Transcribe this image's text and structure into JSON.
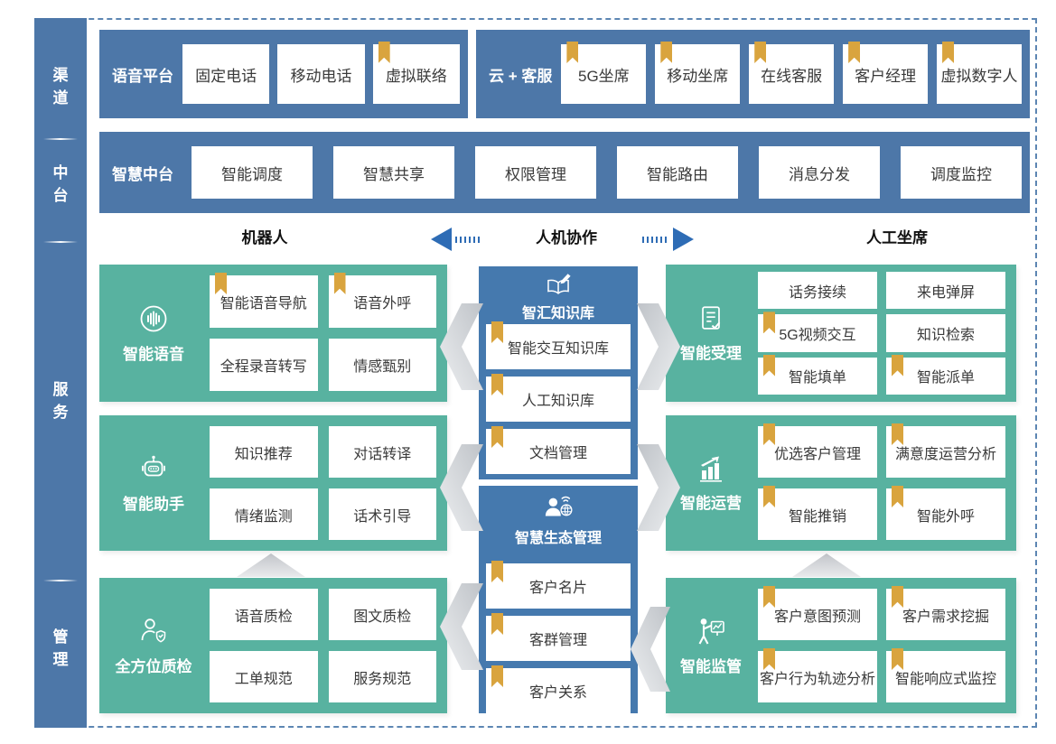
{
  "sidebar": {
    "labels": [
      "渠道",
      "中台",
      "服务",
      "管理"
    ]
  },
  "rows": {
    "voice_platform": {
      "title": "语音平台",
      "items": [
        {
          "label": "固定电话",
          "bookmark": false
        },
        {
          "label": "移动电话",
          "bookmark": false
        },
        {
          "label": "虚拟联络",
          "bookmark": true
        }
      ]
    },
    "cloud_service": {
      "title": "云 + 客服",
      "items": [
        {
          "label": "5G坐席",
          "bookmark": true
        },
        {
          "label": "移动坐席",
          "bookmark": true
        },
        {
          "label": "在线客服",
          "bookmark": true
        },
        {
          "label": "客户经理",
          "bookmark": true
        },
        {
          "label": "虚拟数字人",
          "bookmark": true
        }
      ]
    },
    "smart_middle": {
      "title": "智慧中台",
      "items": [
        {
          "label": "智能调度",
          "bookmark": false
        },
        {
          "label": "智慧共享",
          "bookmark": false
        },
        {
          "label": "权限管理",
          "bookmark": false
        },
        {
          "label": "智能路由",
          "bookmark": false
        },
        {
          "label": "消息分发",
          "bookmark": false
        },
        {
          "label": "调度监控",
          "bookmark": false
        }
      ]
    }
  },
  "collab_header": {
    "left": "机器人",
    "center": "人机协作",
    "right": "人工坐席"
  },
  "left_column": [
    {
      "title": "智能语音",
      "icon": "voice-wave-icon",
      "items": [
        {
          "label": "智能语音导航",
          "bookmark": true
        },
        {
          "label": "语音外呼",
          "bookmark": true
        },
        {
          "label": "全程录音转写",
          "bookmark": false
        },
        {
          "label": "情感甄别",
          "bookmark": false
        }
      ]
    },
    {
      "title": "智能助手",
      "icon": "robot-icon",
      "items": [
        {
          "label": "知识推荐",
          "bookmark": false
        },
        {
          "label": "对话转译",
          "bookmark": false
        },
        {
          "label": "情绪监测",
          "bookmark": false
        },
        {
          "label": "话术引导",
          "bookmark": false
        }
      ]
    },
    {
      "title": "全方位质检",
      "icon": "inspector-shield-icon",
      "items": [
        {
          "label": "语音质检",
          "bookmark": false
        },
        {
          "label": "图文质检",
          "bookmark": false
        },
        {
          "label": "工单规范",
          "bookmark": false
        },
        {
          "label": "服务规范",
          "bookmark": false
        }
      ]
    }
  ],
  "middle_column": [
    {
      "title": "智汇知识库",
      "icon": "knowledge-book-icon",
      "items": [
        {
          "label": "智能交互知识库",
          "bookmark": true
        },
        {
          "label": "人工知识库",
          "bookmark": true
        },
        {
          "label": "文档管理",
          "bookmark": true
        }
      ]
    },
    {
      "title": "智慧生态管理",
      "icon": "ecosystem-person-icon",
      "items": [
        {
          "label": "客户名片",
          "bookmark": true
        },
        {
          "label": "客群管理",
          "bookmark": true
        },
        {
          "label": "客户关系",
          "bookmark": true
        }
      ]
    }
  ],
  "right_column": [
    {
      "title": "智能受理",
      "icon": "doc-check-icon",
      "items": [
        {
          "label": "话务接续",
          "bookmark": false
        },
        {
          "label": "来电弹屏",
          "bookmark": false
        },
        {
          "label": "5G视频交互",
          "bookmark": true
        },
        {
          "label": "知识检索",
          "bookmark": false
        },
        {
          "label": "智能填单",
          "bookmark": true
        },
        {
          "label": "智能派单",
          "bookmark": true
        }
      ]
    },
    {
      "title": "智能运营",
      "icon": "chart-up-icon",
      "items": [
        {
          "label": "优选客户管理",
          "bookmark": true
        },
        {
          "label": "满意度运营分析",
          "bookmark": true
        },
        {
          "label": "智能推销",
          "bookmark": true
        },
        {
          "label": "智能外呼",
          "bookmark": true
        }
      ]
    },
    {
      "title": "智能监管",
      "icon": "supervision-board-icon",
      "items": [
        {
          "label": "客户意图预测",
          "bookmark": true
        },
        {
          "label": "客户需求挖掘",
          "bookmark": true
        },
        {
          "label": "客户行为轨迹分析",
          "bookmark": true
        },
        {
          "label": "智能响应式监控",
          "bookmark": true
        }
      ]
    }
  ],
  "colors": {
    "blue": "#4d77a8",
    "middle_blue": "#4579ae",
    "teal": "#58b2a0",
    "bookmark_gold": "#d9a43e",
    "arrow_blue": "#2e6cb5",
    "chevron_gray": "#c9ccd1",
    "text_dark": "#3a3a3a"
  }
}
